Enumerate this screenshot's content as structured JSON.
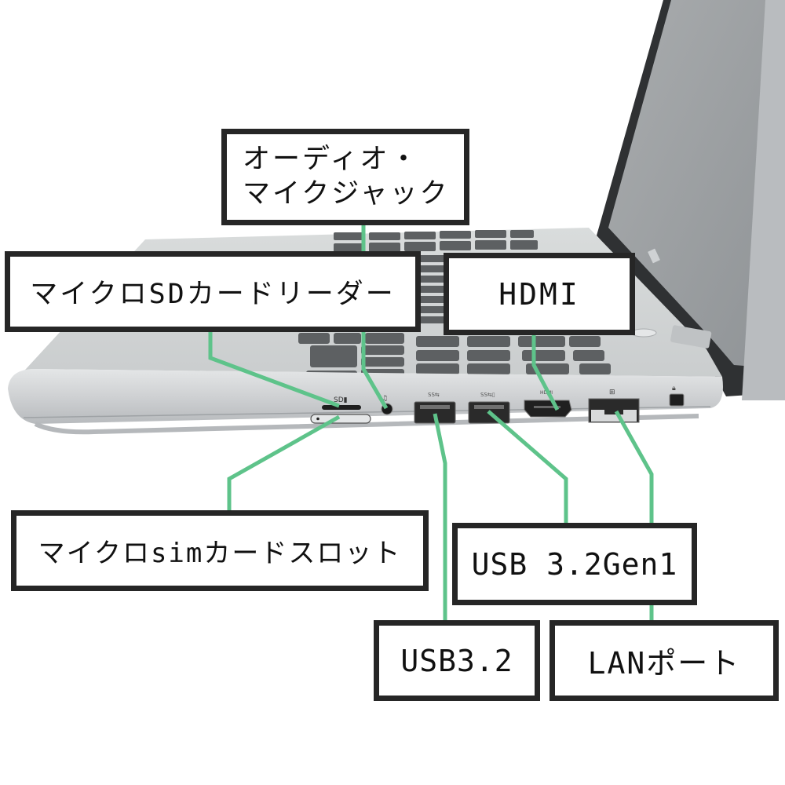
{
  "figure": {
    "subject": "Laptop right-side port layout",
    "line_color": "#5ec38a",
    "box_border_color": "#262626"
  },
  "callouts": {
    "audio_jack": {
      "line1": "オーディオ・",
      "line2": "マイクジャック"
    },
    "microsd": {
      "label": "マイクロSDカードリーダー"
    },
    "hdmi": {
      "label": "HDMI"
    },
    "microsim": {
      "label": "マイクロsimカードスロット"
    },
    "usb32gen1": {
      "label": "USB 3.2Gen1"
    },
    "usb32": {
      "label": "USB3.2"
    },
    "lan": {
      "label": "LANポート"
    }
  },
  "port_markings": {
    "sd": "SD",
    "usb1": "SS⇆",
    "usb2": "SS⇆",
    "hdmi": "HDMI"
  }
}
